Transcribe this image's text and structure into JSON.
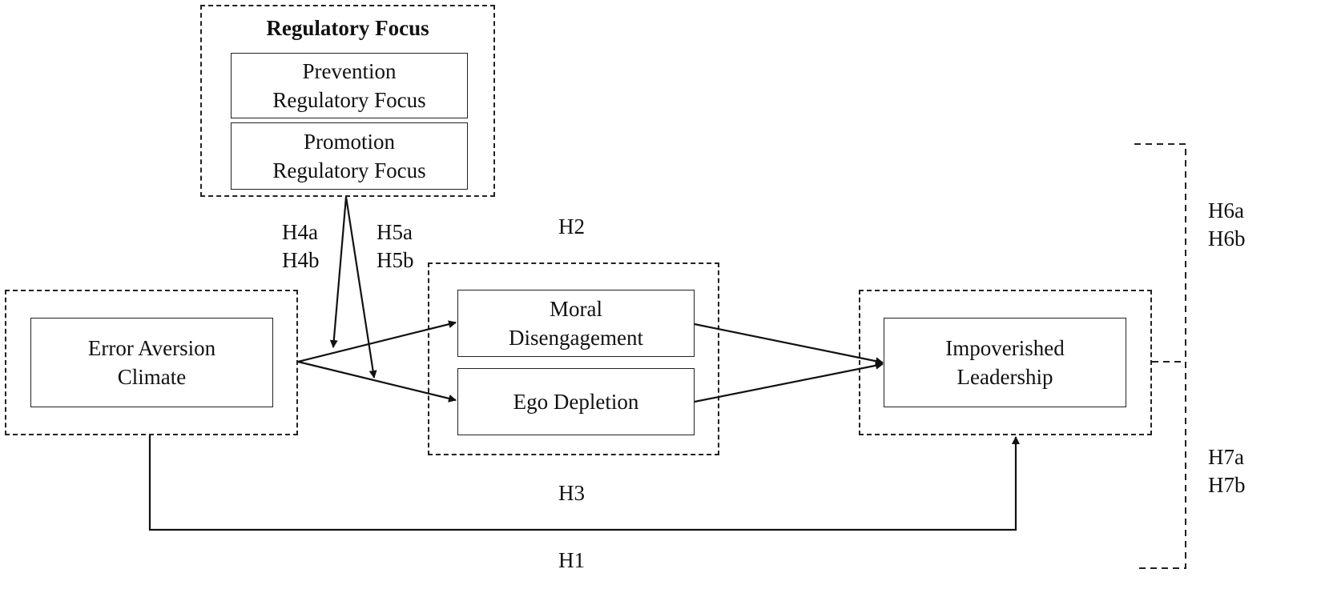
{
  "regulatory_focus": {
    "title": "Regulatory Focus",
    "prevention": [
      "Prevention",
      "Regulatory Focus"
    ],
    "promotion": [
      "Promotion",
      "Regulatory Focus"
    ]
  },
  "nodes": {
    "error_aversion": [
      "Error Aversion",
      "Climate"
    ],
    "moral_disengagement": [
      "Moral",
      "Disengagement"
    ],
    "ego_depletion": "Ego Depletion",
    "impoverished_leadership": [
      "Impoverished",
      "Leadership"
    ]
  },
  "hypotheses": {
    "h1": "H1",
    "h2": "H2",
    "h3": "H3",
    "h4": [
      "H4a",
      "H4b"
    ],
    "h5": [
      "H5a",
      "H5b"
    ],
    "h6": [
      "H6a",
      "H6b"
    ],
    "h7": [
      "H7a",
      "H7b"
    ]
  },
  "colors": {
    "stroke": "#222222",
    "background": "#ffffff"
  }
}
